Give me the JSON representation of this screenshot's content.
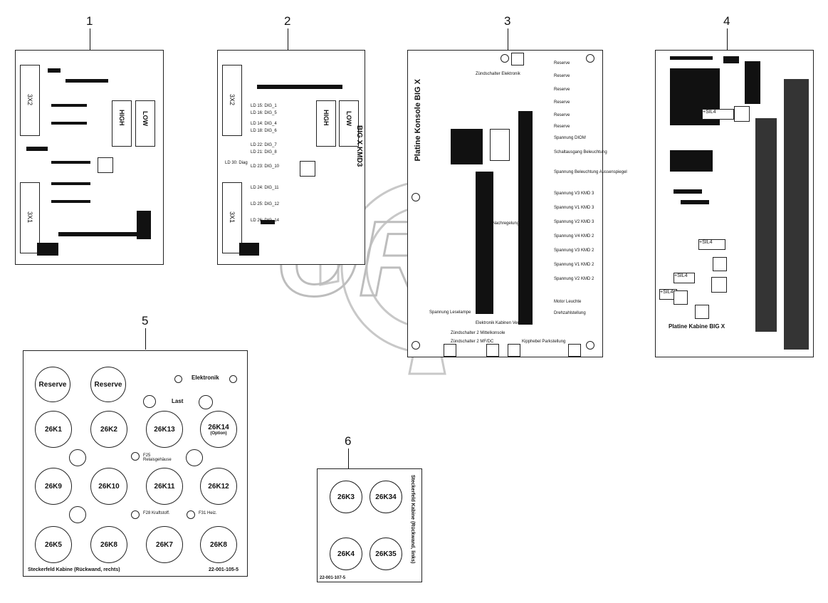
{
  "callouts": [
    "1",
    "2",
    "3",
    "4",
    "5",
    "6"
  ],
  "watermark": "OREX",
  "panel1": {
    "connectors": [
      "3X2",
      "3X1"
    ],
    "switches": [
      "HIGH",
      "LOW"
    ]
  },
  "panel2": {
    "connectors": [
      "3X2",
      "3X1"
    ],
    "switches": [
      "HIGH",
      "LOW"
    ],
    "side_label": "BIG X KMD3",
    "led_labels": [
      "LD 15: DIG_1",
      "LD 16: DIG_5",
      "LD 14: DIG_4",
      "LD 18: DIG_6",
      "LD 22: DIG_7",
      "LD 21: DIG_8",
      "LD 30: Diag",
      "LD 23: DIG_10",
      "LD 24: DIG_11",
      "LD 25: DIG_12",
      "LD 26: DIG_14"
    ]
  },
  "panel3": {
    "title": "Platine Konsole BIG X",
    "rows": [
      "Reserve",
      "Reserve",
      "Reserve",
      "Reserve",
      "Reserve",
      "Reserve",
      "Spannung DIOM",
      "Schaltausgang Beleuchtung",
      "Spannung Beleuchtung Aussenspiegel",
      "Spannung V3 KMD 3",
      "Spannung V1 KMD 3",
      "Spannung V2 KMD 3",
      "Spannung V4 KMD 2",
      "Spannung V3 KMD 2",
      "Spannung V1 KMD 2",
      "Spannung V2 KMD 2",
      "Motor Leuchte",
      "Drehzahlstellung"
    ],
    "left_rows": [
      "Zündschalter Elektronik",
      "Eingang Nachregelung",
      "Spannung Leselampe",
      "Elektronik Kabinen Ventilator",
      "Zündschalter 2 Mittelkonsole",
      "Zündschalter 2 MF/DC",
      "Kipphebel Parkstellung"
    ]
  },
  "panel4": {
    "title": "Platine Kabine BIG X",
    "relays": [
      "+SIL4",
      "+SIL4",
      "+SIL4",
      "+SIL4"
    ]
  },
  "panel5": {
    "top_labels": [
      "Reserve",
      "Reserve"
    ],
    "elektronik": "Elektronik",
    "last": "Last",
    "row1": [
      "26K1",
      "26K2",
      "26K13",
      "26K14"
    ],
    "row1_sub": "(Option)",
    "row2": [
      "26K9",
      "26K10",
      "26K11",
      "26K12"
    ],
    "row3": [
      "26K5",
      "26K8",
      "26K7",
      "26K8"
    ],
    "fuse_labels": [
      "F25 Relaisgehäuse",
      "F28 Kraftstoff.",
      "F31 Heiz."
    ],
    "caption": "Steckerfeld Kabine (Rückwand, rechts)",
    "part_no": "22-001-105-5"
  },
  "panel6": {
    "row1": [
      "26K3",
      "26K34"
    ],
    "row2": [
      "26K4",
      "26K35"
    ],
    "side_label": "Steckerfeld Kabine (Rückwand, links)",
    "part_no": "22-001-107-5"
  }
}
